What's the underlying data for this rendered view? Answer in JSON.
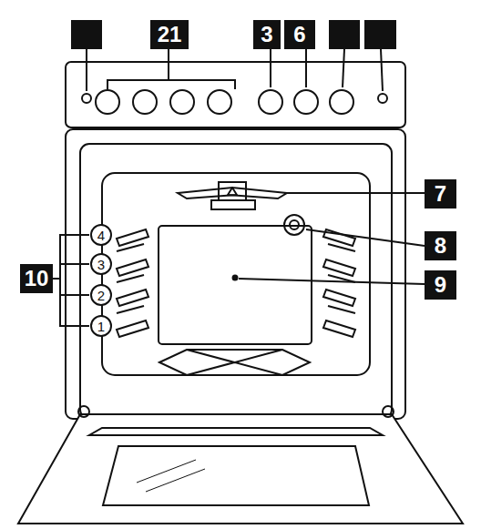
{
  "diagram": {
    "labels": [
      "21",
      "3",
      "6",
      "7",
      "4",
      "8",
      "3",
      "10",
      "9",
      "2",
      "1"
    ]
  }
}
